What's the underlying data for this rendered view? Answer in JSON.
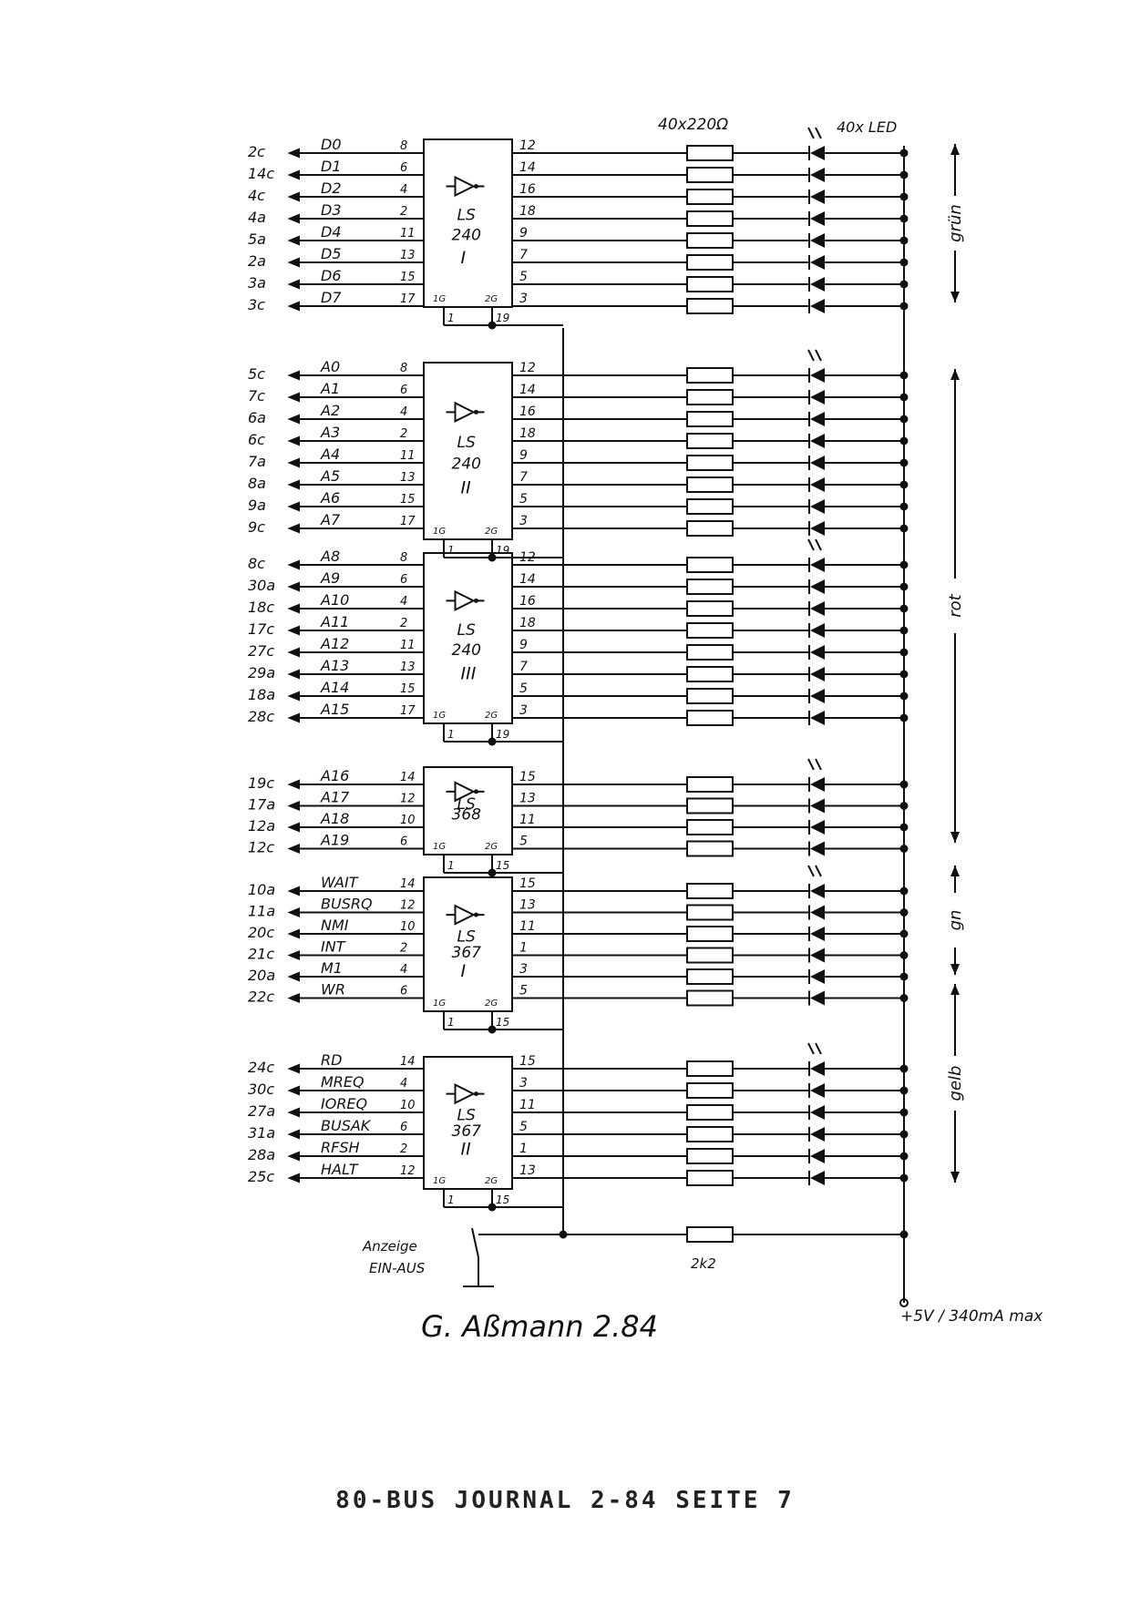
{
  "header": {
    "resistor_label": "40x220Ω",
    "led_label": "40x LED"
  },
  "colors": {
    "ink": "#111111",
    "paper": "#ffffff"
  },
  "chips": [
    {
      "type_line1": "LS",
      "type_line2": "240",
      "roman": "I",
      "gate_labels": [
        "1G",
        "2G"
      ],
      "gate_pins": [
        "1",
        "19"
      ],
      "rows": [
        {
          "pin": "2c",
          "signal": "D0",
          "in": "8",
          "out": "12"
        },
        {
          "pin": "14c",
          "signal": "D1",
          "in": "6",
          "out": "14"
        },
        {
          "pin": "4c",
          "signal": "D2",
          "in": "4",
          "out": "16"
        },
        {
          "pin": "4a",
          "signal": "D3",
          "in": "2",
          "out": "18"
        },
        {
          "pin": "5a",
          "signal": "D4",
          "in": "11",
          "out": "9"
        },
        {
          "pin": "2a",
          "signal": "D5",
          "in": "13",
          "out": "7"
        },
        {
          "pin": "3a",
          "signal": "D6",
          "in": "15",
          "out": "5"
        },
        {
          "pin": "3c",
          "signal": "D7",
          "in": "17",
          "out": "3"
        }
      ]
    },
    {
      "type_line1": "LS",
      "type_line2": "240",
      "roman": "II",
      "gate_labels": [
        "1G",
        "2G"
      ],
      "gate_pins": [
        "1",
        "19"
      ],
      "rows": [
        {
          "pin": "5c",
          "signal": "A0",
          "in": "8",
          "out": "12"
        },
        {
          "pin": "7c",
          "signal": "A1",
          "in": "6",
          "out": "14"
        },
        {
          "pin": "6a",
          "signal": "A2",
          "in": "4",
          "out": "16"
        },
        {
          "pin": "6c",
          "signal": "A3",
          "in": "2",
          "out": "18"
        },
        {
          "pin": "7a",
          "signal": "A4",
          "in": "11",
          "out": "9"
        },
        {
          "pin": "8a",
          "signal": "A5",
          "in": "13",
          "out": "7"
        },
        {
          "pin": "9a",
          "signal": "A6",
          "in": "15",
          "out": "5"
        },
        {
          "pin": "9c",
          "signal": "A7",
          "in": "17",
          "out": "3"
        }
      ]
    },
    {
      "type_line1": "LS",
      "type_line2": "240",
      "roman": "III",
      "gate_labels": [
        "1G",
        "2G"
      ],
      "gate_pins": [
        "1",
        "19"
      ],
      "rows": [
        {
          "pin": "8c",
          "signal": "A8",
          "in": "8",
          "out": "12"
        },
        {
          "pin": "30a",
          "signal": "A9",
          "in": "6",
          "out": "14"
        },
        {
          "pin": "18c",
          "signal": "A10",
          "in": "4",
          "out": "16"
        },
        {
          "pin": "17c",
          "signal": "A11",
          "in": "2",
          "out": "18"
        },
        {
          "pin": "27c",
          "signal": "A12",
          "in": "11",
          "out": "9"
        },
        {
          "pin": "29a",
          "signal": "A13",
          "in": "13",
          "out": "7"
        },
        {
          "pin": "18a",
          "signal": "A14",
          "in": "15",
          "out": "5"
        },
        {
          "pin": "28c",
          "signal": "A15",
          "in": "17",
          "out": "3"
        }
      ]
    },
    {
      "type_line1": "LS",
      "type_line2": "368",
      "roman": "",
      "gate_labels": [
        "1G",
        "2G"
      ],
      "gate_pins": [
        "1",
        "15"
      ],
      "rows": [
        {
          "pin": "19c",
          "signal": "A16",
          "in": "14",
          "out": "15"
        },
        {
          "pin": "17a",
          "signal": "A17",
          "in": "12",
          "out": "13"
        },
        {
          "pin": "12a",
          "signal": "A18",
          "in": "10",
          "out": "11"
        },
        {
          "pin": "12c",
          "signal": "A19",
          "in": "6",
          "out": "5"
        }
      ]
    },
    {
      "type_line1": "LS",
      "type_line2": "367",
      "roman": "I",
      "gate_labels": [
        "1G",
        "2G"
      ],
      "gate_pins": [
        "1",
        "15"
      ],
      "rows": [
        {
          "pin": "10a",
          "signal": "WAIT",
          "in": "14",
          "out": "15"
        },
        {
          "pin": "11a",
          "signal": "BUSRQ",
          "in": "12",
          "out": "13"
        },
        {
          "pin": "20c",
          "signal": "NMI",
          "in": "10",
          "out": "11"
        },
        {
          "pin": "21c",
          "signal": "INT",
          "in": "2",
          "out": "1"
        },
        {
          "pin": "20a",
          "signal": "M1",
          "in": "4",
          "out": "3"
        },
        {
          "pin": "22c",
          "signal": "WR",
          "in": "6",
          "out": "5"
        }
      ]
    },
    {
      "type_line1": "LS",
      "type_line2": "367",
      "roman": "II",
      "gate_labels": [
        "1G",
        "2G"
      ],
      "gate_pins": [
        "1",
        "15"
      ],
      "rows": [
        {
          "pin": "24c",
          "signal": "RD",
          "in": "14",
          "out": "15"
        },
        {
          "pin": "30c",
          "signal": "MREQ",
          "in": "4",
          "out": "3"
        },
        {
          "pin": "27a",
          "signal": "IOREQ",
          "in": "10",
          "out": "11"
        },
        {
          "pin": "31a",
          "signal": "BUSAK",
          "in": "6",
          "out": "5"
        },
        {
          "pin": "28a",
          "signal": "RFSH",
          "in": "2",
          "out": "1"
        },
        {
          "pin": "25c",
          "signal": "HALT",
          "in": "12",
          "out": "13"
        }
      ]
    }
  ],
  "color_groups": [
    {
      "label": "grün"
    },
    {
      "label": "rot"
    },
    {
      "label": "gn"
    },
    {
      "label": "gelb"
    }
  ],
  "switch": {
    "label_line1": "Anzeige",
    "label_line2": "EIN-AUS",
    "resistor": "2k2"
  },
  "supply": "+5V / 340mA max",
  "signature": "G. Aßmann 2.84",
  "footer": "80-BUS JOURNAL 2-84 SEITE 7"
}
